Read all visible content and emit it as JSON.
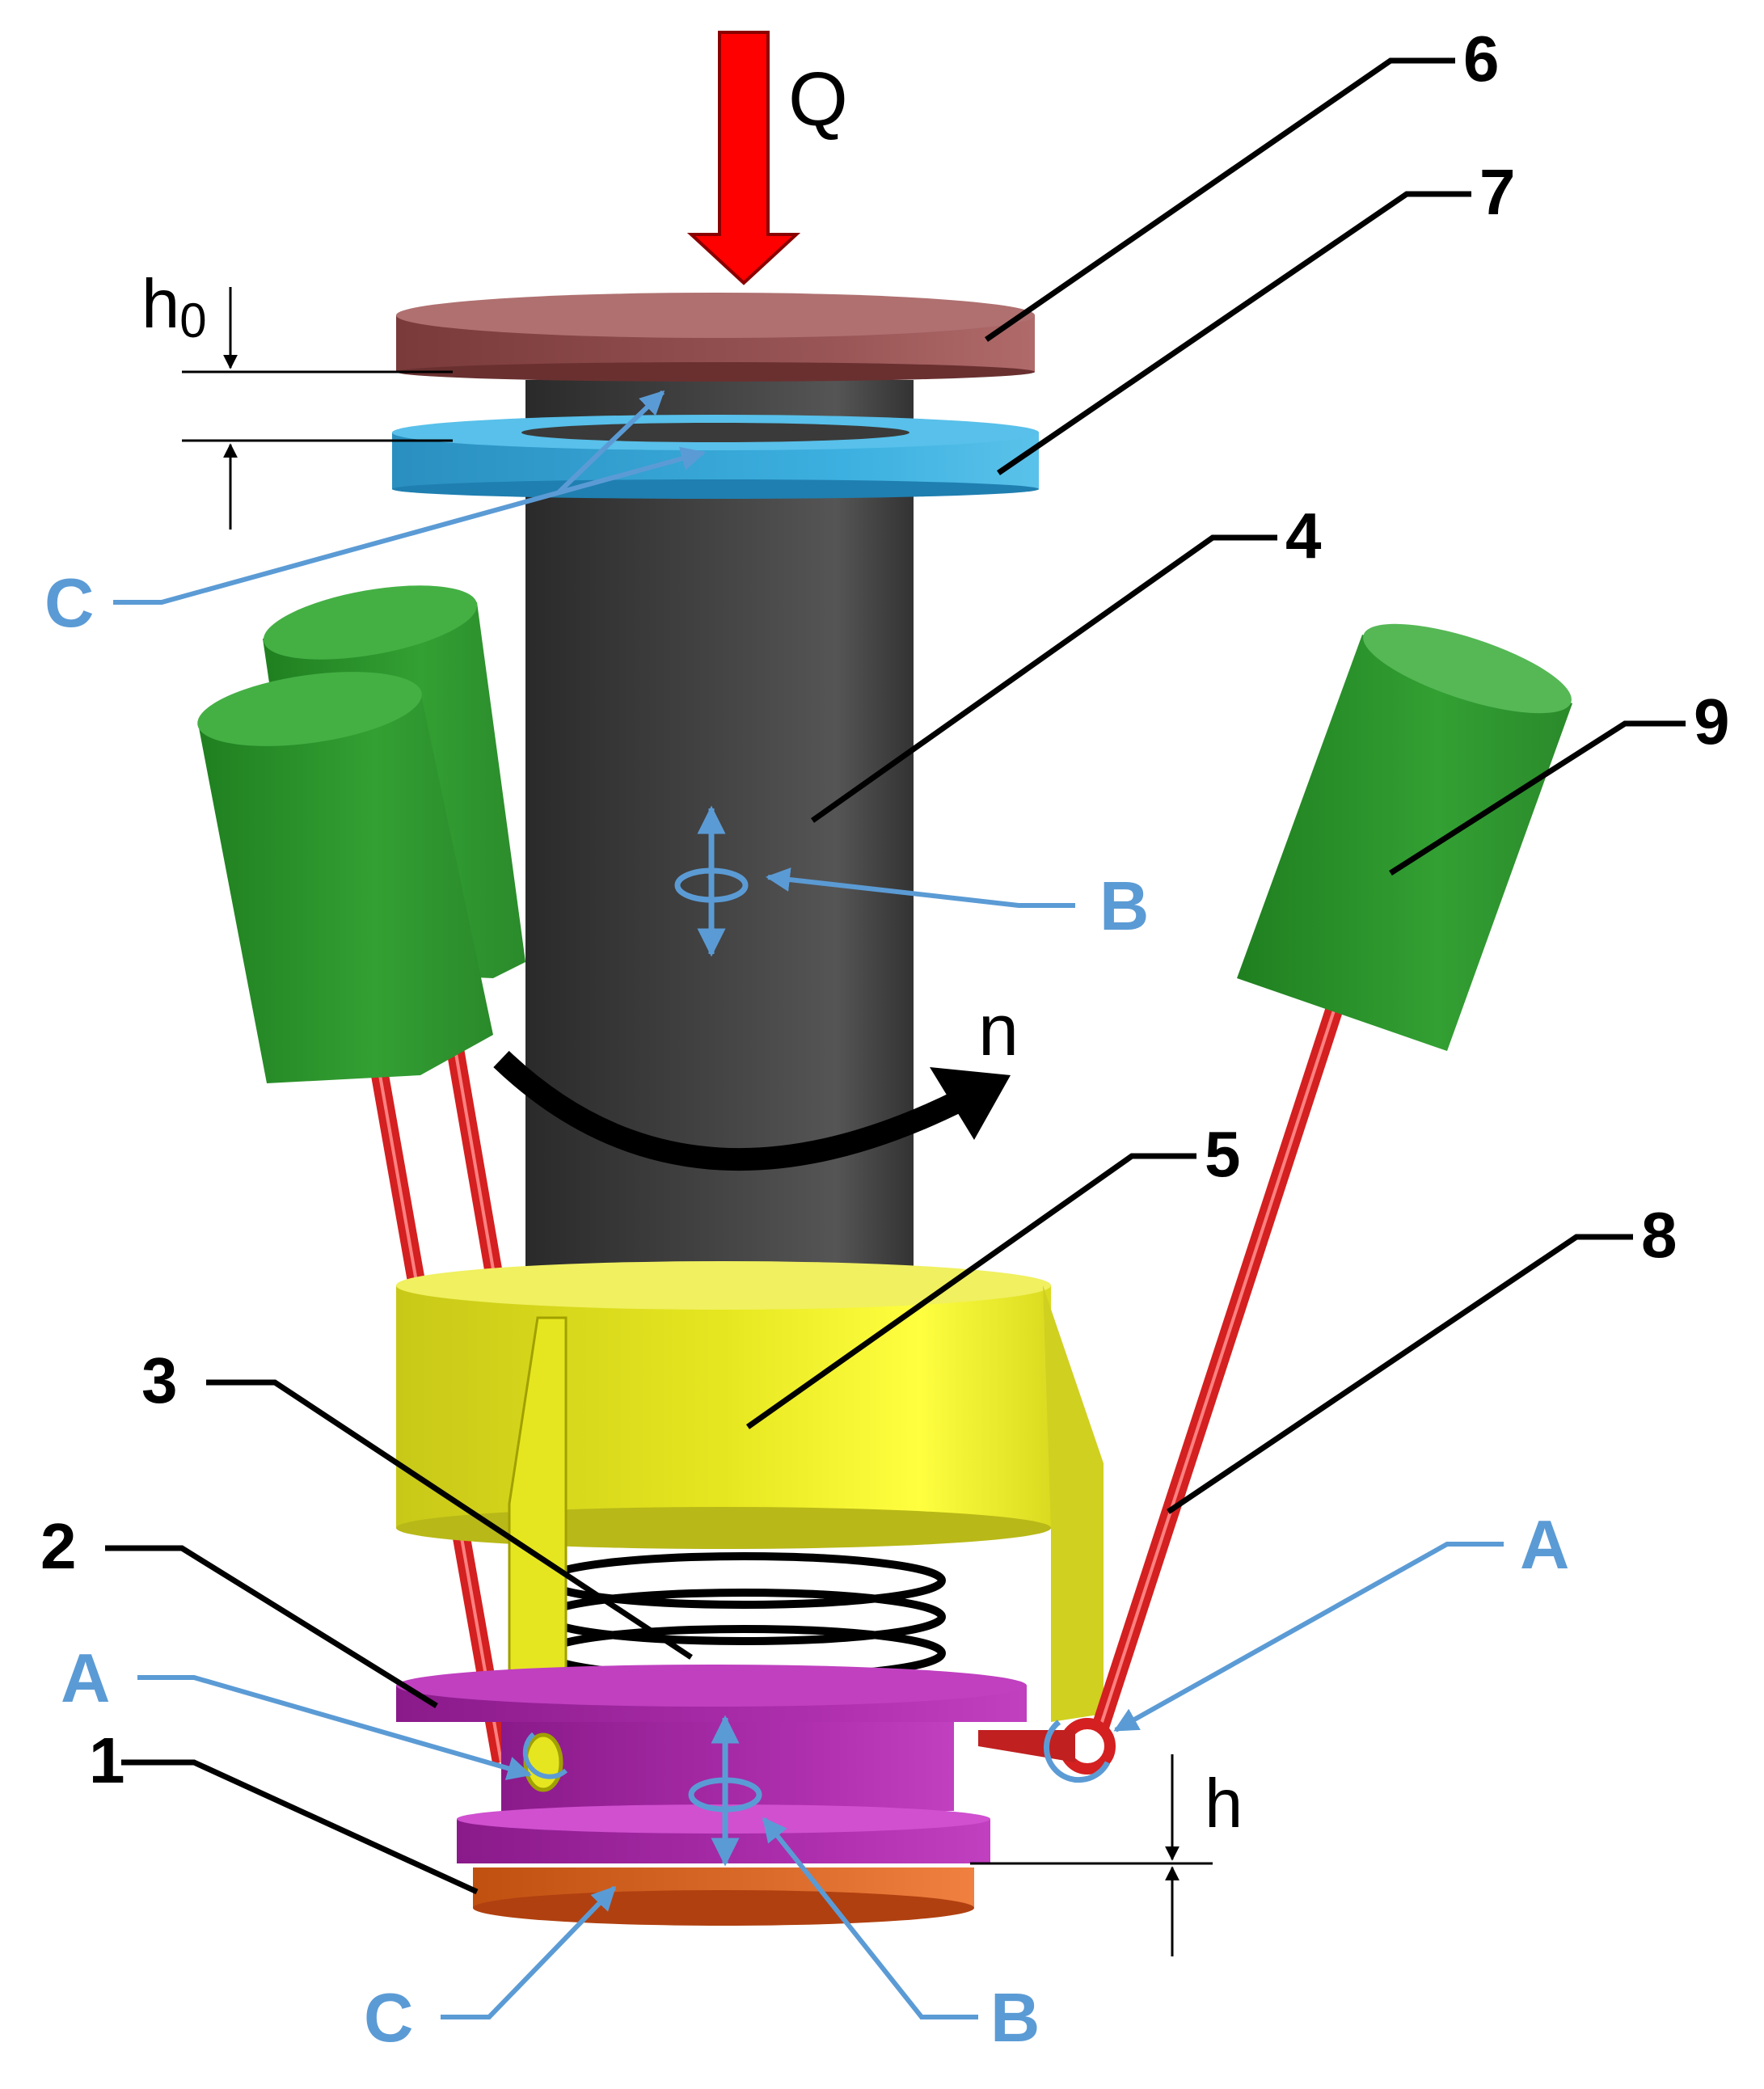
{
  "labels": {
    "force": "Q",
    "rotation": "n",
    "gap_top": "h",
    "gap_top_sub": "0",
    "gap_bottom": "h",
    "part_1": "1",
    "part_2": "2",
    "part_3": "3",
    "part_4": "4",
    "part_5": "5",
    "part_6": "6",
    "part_7": "7",
    "part_8": "8",
    "part_9": "9",
    "pointer_a_left": "A",
    "pointer_a_right": "A",
    "pointer_b_mid": "B",
    "pointer_b_bottom": "B",
    "pointer_c_top": "C",
    "pointer_c_bottom": "C"
  },
  "colors": {
    "force_arrow": "#ff0000",
    "top_plate": "#8a4a4a",
    "blue_ring": "#2d9fd0",
    "shaft": "#3a3a3a",
    "yellow_housing": "#e8e81a",
    "purple_disc": "#a020a0",
    "orange_base": "#d86420",
    "green_weight": "#2e9a2e",
    "red_rod": "#d42020",
    "pointer_blue": "#5b9bd5",
    "leader_black": "#000000"
  }
}
